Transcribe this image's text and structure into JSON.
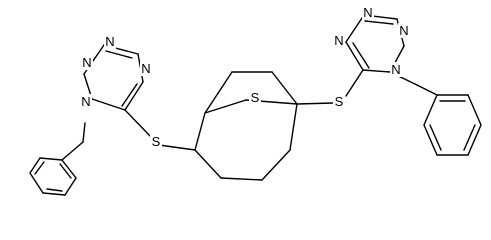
{
  "molecule": {
    "atom_labels": {
      "lt_n1": "N",
      "lt_n2": "N",
      "lt_n3": "N",
      "lt_n4": "N",
      "thioether_left": "S",
      "bridge_s": "S",
      "thioether_right": "S",
      "rt_n1": "N",
      "rt_n2": "N",
      "rt_n3": "N",
      "rt_n4": "N"
    }
  }
}
